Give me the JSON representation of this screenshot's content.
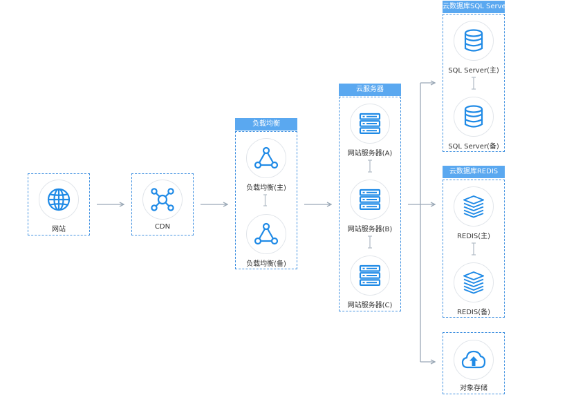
{
  "colors": {
    "accent": "#1f8ae6",
    "header_bg": "#5aa8f0",
    "border": "#3d8fe0",
    "arrow": "#9aa8b6",
    "text": "#333333"
  },
  "website": {
    "label": "网站",
    "icon": "globe-icon"
  },
  "cdn": {
    "label": "CDN",
    "icon": "network-hub-icon"
  },
  "lb": {
    "title": "负载均衡",
    "nodes": [
      {
        "label": "负载均衡(主)",
        "icon": "network-triangle-icon"
      },
      {
        "label": "负载均衡(备)",
        "icon": "network-triangle-icon"
      }
    ]
  },
  "cloud_servers": {
    "title": "云服务器",
    "nodes": [
      {
        "label": "网站服务器(A)",
        "icon": "server-rack-icon"
      },
      {
        "label": "网站服务器(B)",
        "icon": "server-rack-icon"
      },
      {
        "label": "网站服务器(C)",
        "icon": "server-rack-icon"
      }
    ]
  },
  "sqlserver": {
    "title": "云数据库SQL Server",
    "nodes": [
      {
        "label": "SQL Server(主)",
        "icon": "database-icon"
      },
      {
        "label": "SQL Server(备)",
        "icon": "database-icon"
      }
    ]
  },
  "redis": {
    "title": "云数据库REDIS",
    "nodes": [
      {
        "label": "REDIS(主)",
        "icon": "layers-stack-icon"
      },
      {
        "label": "REDIS(备)",
        "icon": "layers-stack-icon"
      }
    ]
  },
  "storage": {
    "label": "对象存储",
    "icon": "cloud-upload-icon"
  }
}
